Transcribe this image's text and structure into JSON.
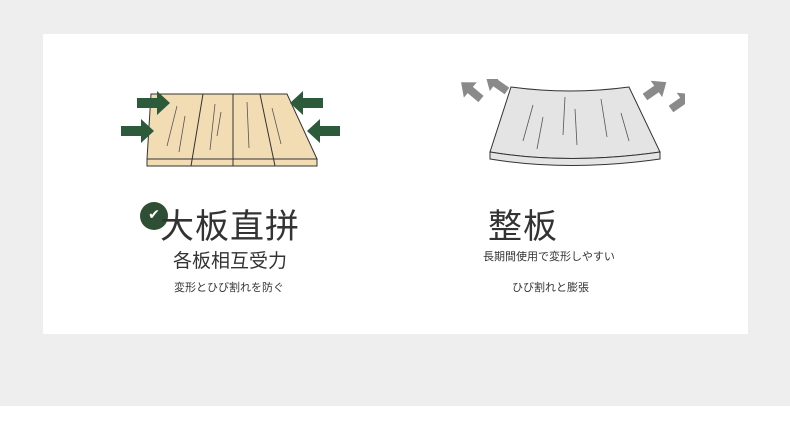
{
  "left": {
    "title": "大板直拼",
    "subtitle": "各板相互受力",
    "note": "変形とひび割れを防ぐ",
    "badge_icon": "✔",
    "colors": {
      "wood": "#f2dcb3",
      "arrow": "#2e5a3c",
      "badge": "#2f4f35"
    }
  },
  "right": {
    "title": "整板",
    "subtitle": "長期間使用で変形しやすい",
    "note": "ひび割れと膨張",
    "colors": {
      "board": "#e4e4e4",
      "arrow": "#8a8a8a"
    }
  }
}
